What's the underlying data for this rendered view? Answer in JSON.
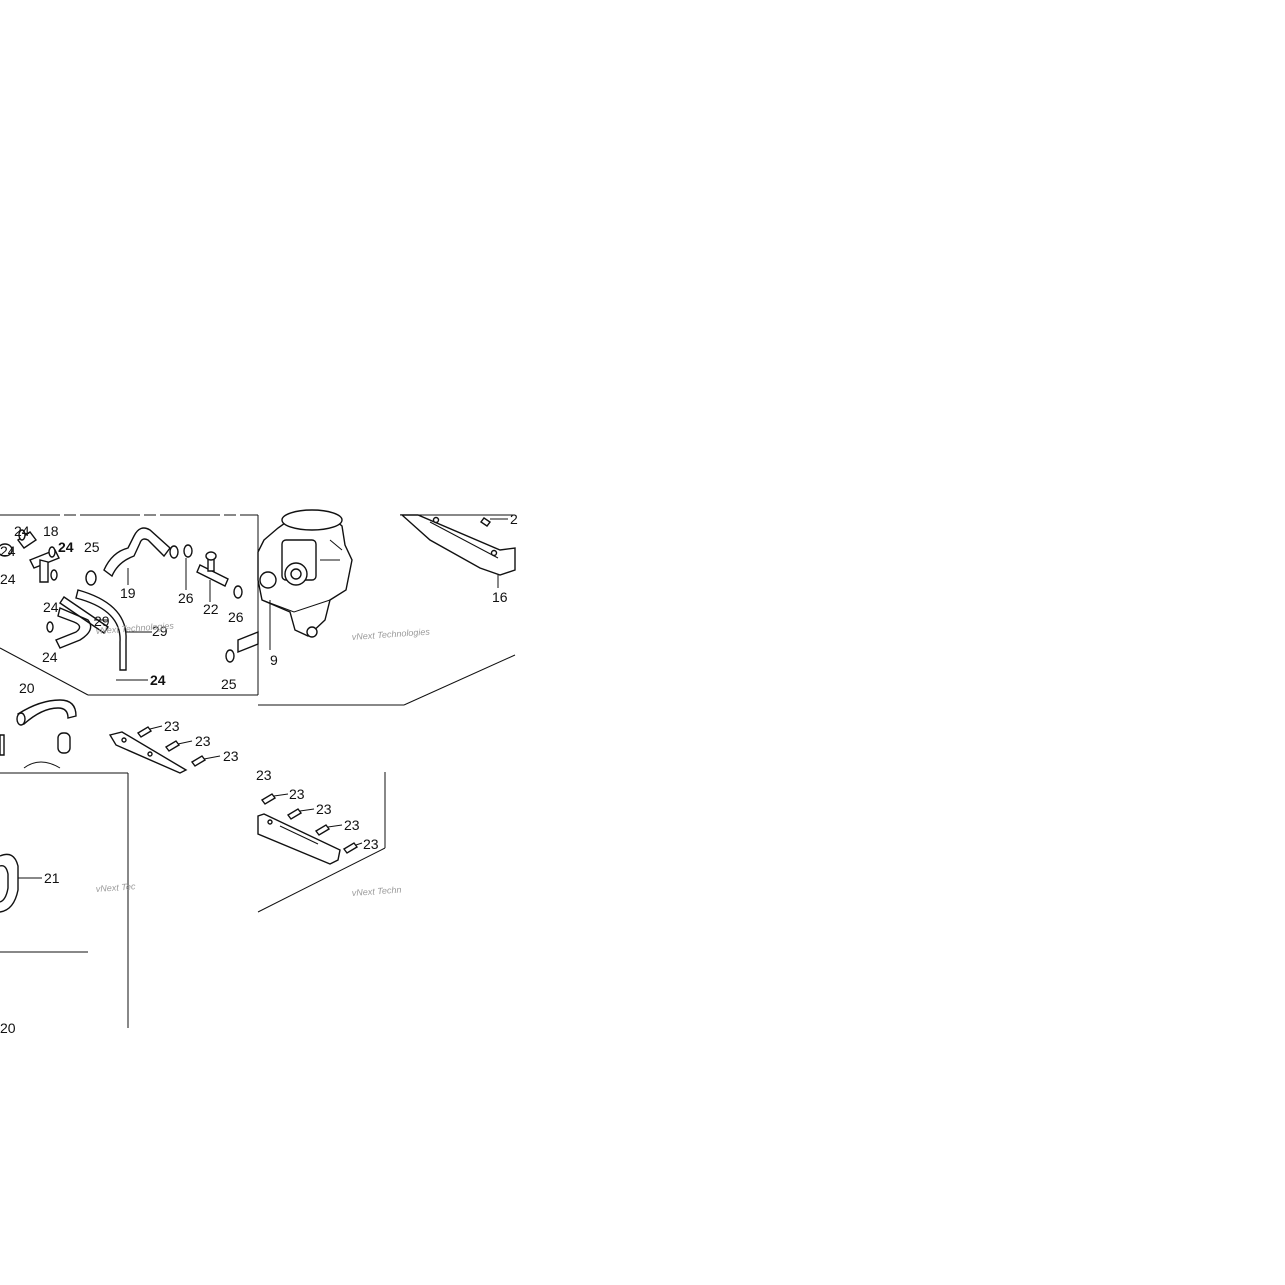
{
  "diagram": {
    "callouts": {
      "c24a": "24",
      "c18": "18",
      "c24b": "24",
      "c24c": "24",
      "c25a": "25",
      "c24d": "24",
      "c24e": "24",
      "c29a": "29",
      "c29b": "29",
      "c24f": "24",
      "c19": "19",
      "c26a": "26",
      "c22": "22",
      "c26b": "26",
      "c25b": "25",
      "c9": "9",
      "c16": "16",
      "c2trunc": "2",
      "c20": "20",
      "c23a": "23",
      "c23b": "23",
      "c23c": "23",
      "c23d": "23",
      "c23e": "23",
      "c23f": "23",
      "c23g": "23",
      "c23h": "23",
      "c21": "21",
      "c20trunc": "20"
    },
    "watermarks": {
      "w1": "vNext Technologies",
      "w2": "vNext Technologies",
      "w3": "vNext Tec",
      "w4": "vNext Techn"
    },
    "colors": {
      "line": "#111111",
      "background": "#ffffff",
      "watermark": "#9a9a9a"
    }
  }
}
